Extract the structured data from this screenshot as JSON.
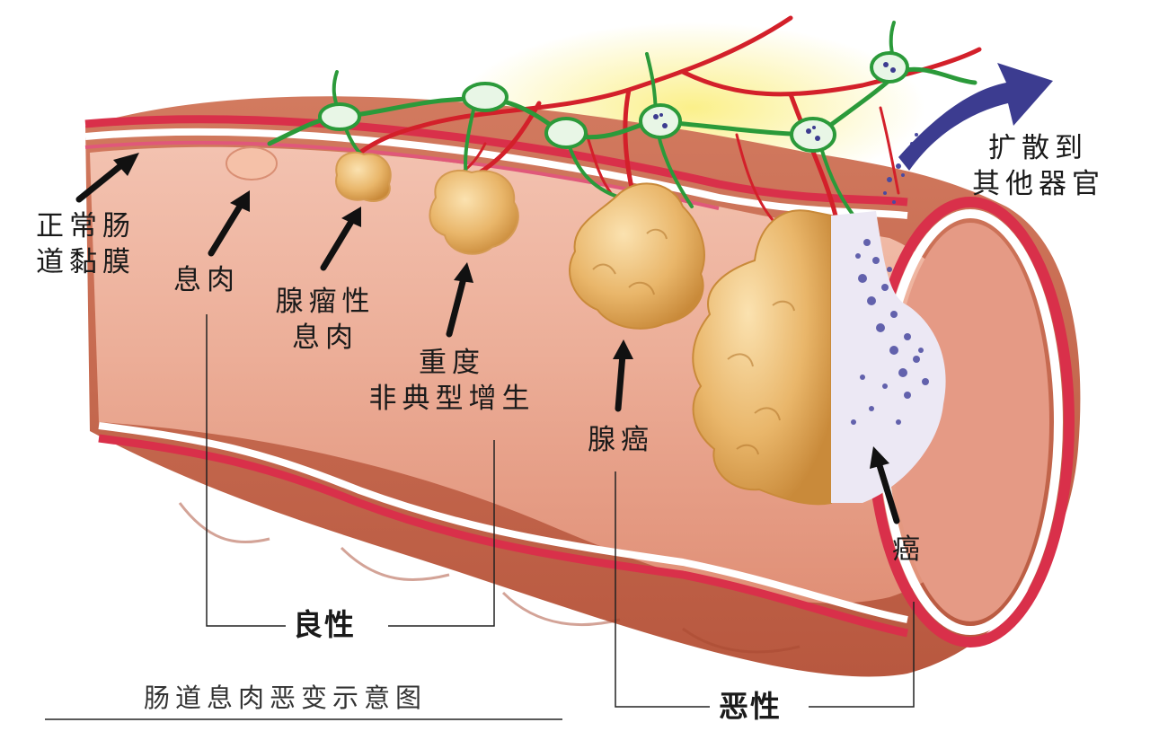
{
  "labels": {
    "normal_mucosa": [
      "正常肠",
      "道黏膜"
    ],
    "polyp": "息肉",
    "adenomatous_polyp": [
      "腺瘤性",
      "息肉"
    ],
    "severe_dysplasia": [
      "重度",
      "非典型增生"
    ],
    "adenocarcinoma": "腺癌",
    "cancer": "癌",
    "spread": [
      "扩散到",
      "其他器官"
    ],
    "benign": "良性",
    "malignant": "恶性",
    "caption": "肠道息肉恶变示意图"
  },
  "colors": {
    "tissue": "#e9a48c",
    "tissue_dark": "#c9705a",
    "wall_red": "#d9304a",
    "vessel_red": "#d3202a",
    "lymph_green": "#2b9a3a",
    "tumor": "#e9b66a",
    "cancer_purple": "#4a4aa0",
    "arrow_blue": "#3c3c90"
  }
}
